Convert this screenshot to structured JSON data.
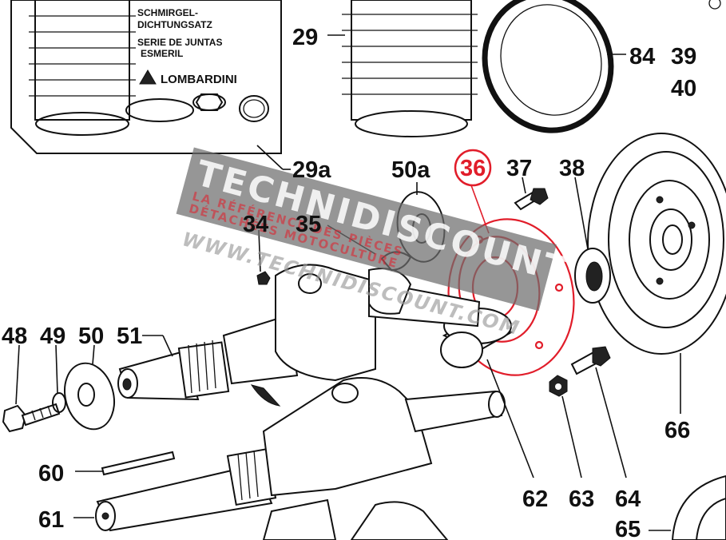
{
  "kit_box": {
    "line1": "SCHMIRGEL-",
    "line2": "DICHTUNGSATZ",
    "line3": "SERIE DE JUNTAS",
    "line4": "ESMERIL",
    "brand": "LOMBARDINI"
  },
  "watermark": {
    "title": "TECHNIDISCOUNT",
    "subtitle1": "LA RÉFÉRENCE DES PIÈCES",
    "subtitle2": "DÉTACHÉES MOTOCULTURE",
    "url": "WWW.TECHNIDISCOUNT.COM"
  },
  "labels": {
    "l29": "29",
    "l29a": "29a",
    "l84": "84",
    "l39": "39",
    "l40": "40",
    "l50a": "50a",
    "l36": "36",
    "l37": "37",
    "l38": "38",
    "l34": "34",
    "l35": "35",
    "l48": "48",
    "l49": "49",
    "l50": "50",
    "l51": "51",
    "l66": "66",
    "l60": "60",
    "l61": "61",
    "l62": "62",
    "l63": "63",
    "l64": "64",
    "l65": "65"
  },
  "colors": {
    "ink": "#111111",
    "highlight": "#e11d2a",
    "watermark_band": "#6e6e6e",
    "watermark_text": "#ffffff"
  }
}
